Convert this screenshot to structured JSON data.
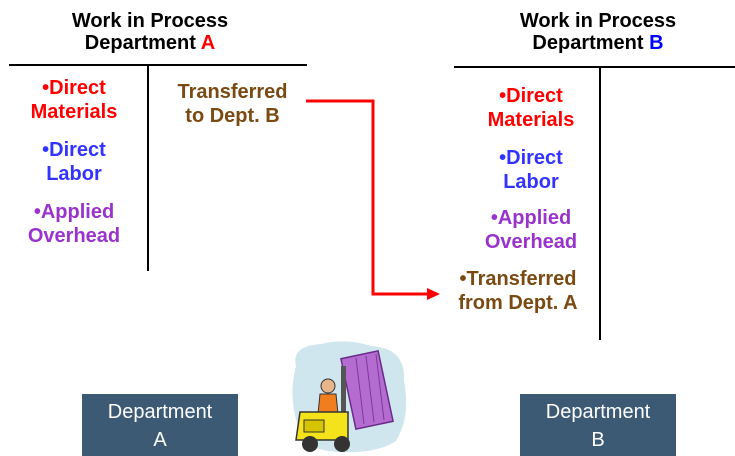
{
  "colors": {
    "red": "#ff0000",
    "blue": "#3333ff",
    "purple": "#9933cc",
    "brown": "#7a4a12",
    "arrow": "#ff0000",
    "box": "#3d5a75"
  },
  "account_a": {
    "title_line1": "Work in Process",
    "title_line2_prefix": "Department ",
    "title_letter": "A",
    "debits": [
      {
        "line1": "•Direct",
        "line2": "Materials",
        "color": "red"
      },
      {
        "line1": "•Direct",
        "line2": "Labor",
        "color": "blue"
      },
      {
        "line1": "•Applied",
        "line2": "Overhead",
        "color": "purple"
      }
    ],
    "credit": {
      "line1": "Transferred",
      "line2": "to Dept. B"
    }
  },
  "account_b": {
    "title_line1": "Work in Process",
    "title_line2_prefix": "Department ",
    "title_letter": "B",
    "debits": [
      {
        "line1": "•Direct",
        "line2": "Materials",
        "color": "red"
      },
      {
        "line1": "•Direct",
        "line2": "Labor",
        "color": "blue"
      },
      {
        "line1": "•Applied",
        "line2": "Overhead",
        "color": "purple"
      },
      {
        "line1": "•Transferred",
        "line2": "from Dept. A",
        "color": "brown"
      }
    ]
  },
  "dept_boxes": [
    {
      "line1": "Department",
      "line2": "A"
    },
    {
      "line1": "Department",
      "line2": "B"
    }
  ],
  "icons": {
    "forklift": "forklift-icon"
  }
}
